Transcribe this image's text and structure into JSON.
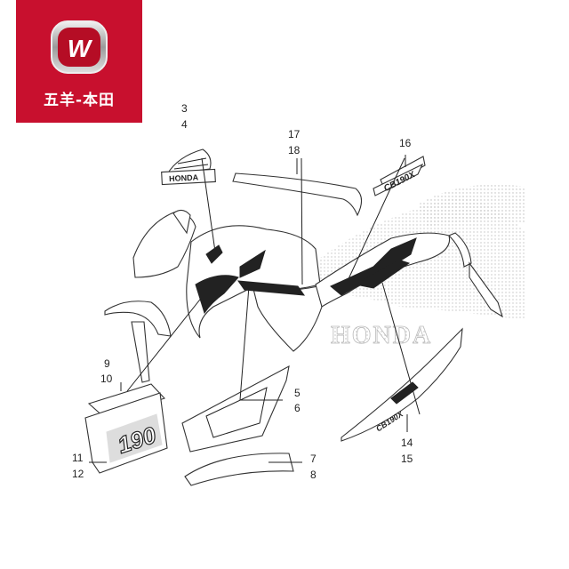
{
  "brand": {
    "name": "五羊-本田",
    "logo_mark": "W",
    "color": "#c8102e"
  },
  "emblem_text": "HONDA",
  "decal_texts": {
    "cb190x_upper": "CB190X",
    "cb190x_lower": "CB190X",
    "side_190": "190",
    "watermark": "HONDA"
  },
  "callouts": [
    {
      "id": "3",
      "text": "3"
    },
    {
      "id": "4",
      "text": "4"
    },
    {
      "id": "17",
      "text": "17"
    },
    {
      "id": "18",
      "text": "18"
    },
    {
      "id": "16",
      "text": "16"
    },
    {
      "id": "9",
      "text": "9"
    },
    {
      "id": "10",
      "text": "10"
    },
    {
      "id": "11",
      "text": "11"
    },
    {
      "id": "12",
      "text": "12"
    },
    {
      "id": "5",
      "text": "5"
    },
    {
      "id": "6",
      "text": "6"
    },
    {
      "id": "7",
      "text": "7"
    },
    {
      "id": "8",
      "text": "8"
    },
    {
      "id": "14",
      "text": "14"
    },
    {
      "id": "15",
      "text": "15"
    }
  ]
}
